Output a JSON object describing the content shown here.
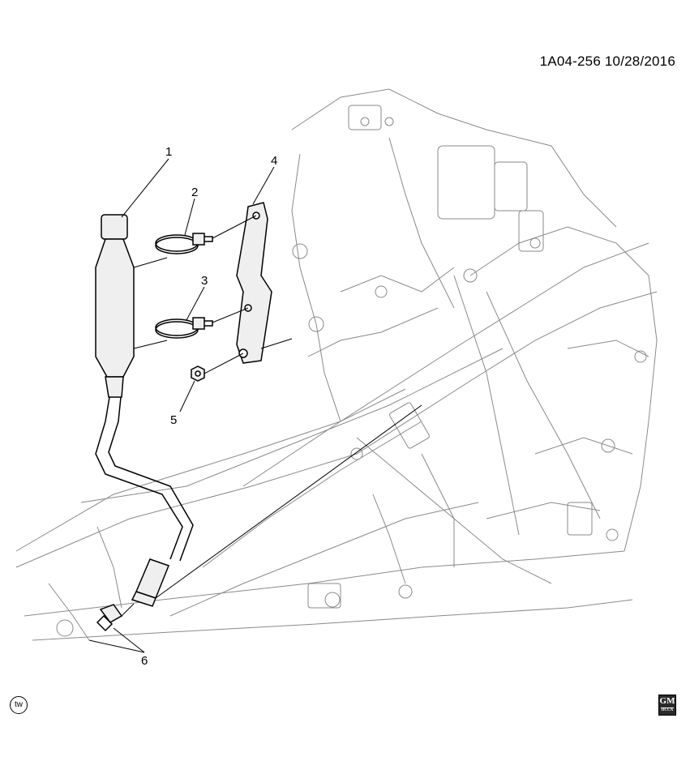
{
  "document": {
    "id_label": "1A04-256  10/28/2016"
  },
  "callouts": [
    {
      "number": "1"
    },
    {
      "number": "2"
    },
    {
      "number": "3"
    },
    {
      "number": "4"
    },
    {
      "number": "5"
    },
    {
      "number": "6"
    }
  ],
  "badges": {
    "tw": "tw",
    "logo_text": "GM",
    "logo_subtext": "DCCA"
  },
  "colors": {
    "line": "#000000",
    "background": "#ffffff",
    "ghost_line": "#8a8a8a",
    "part_fill": "#efefef"
  }
}
